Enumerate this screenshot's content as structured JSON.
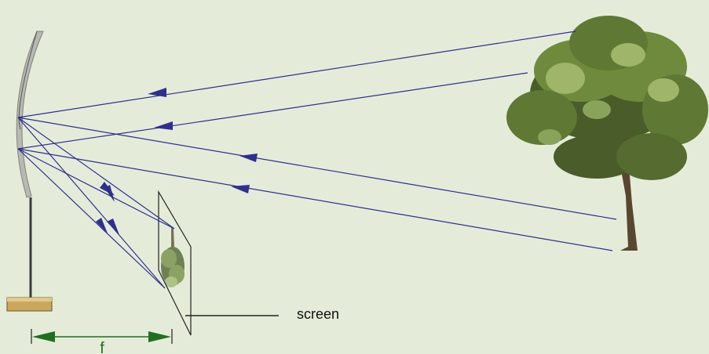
{
  "labels": {
    "screen": "screen",
    "focal_length": "f"
  },
  "colors": {
    "background": "#e4ecd9",
    "ray": "#2f2f8f",
    "mirror_fill": "#b7b9b3",
    "mirror_edge": "#7f827d",
    "stand": "#3c3c3c",
    "base": "#c9a75c",
    "focal_marker": "#1f6f1f",
    "screen_outline": "#222222",
    "foliage_dark": "#495c29",
    "foliage_mid": "#6f8a3c",
    "foliage_light": "#9eb56a",
    "trunk": "#5a4630"
  },
  "icons": {
    "mirror": "concave-mirror",
    "object": "tree-object",
    "image": "inverted-tree-image"
  }
}
